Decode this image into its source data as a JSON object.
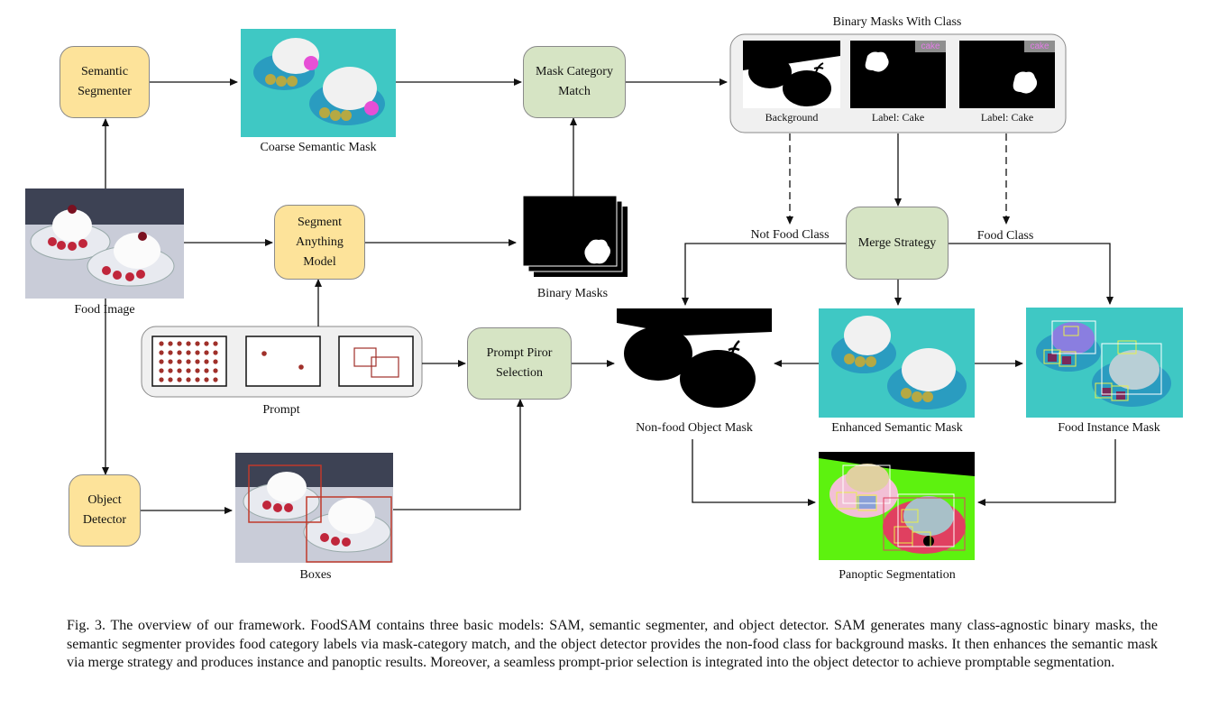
{
  "boxes": {
    "semantic_segmenter": "Semantic\nSegmenter",
    "segment_anything": "Segment\nAnything\nModel",
    "object_detector": "Object\nDetector",
    "mask_category_match": "Mask Category\nMatch",
    "prompt_prior_selection": "Prompt Piror\nSelection",
    "merge_strategy": "Merge Strategy"
  },
  "labels": {
    "food_image": "Food Image",
    "coarse_semantic_mask": "Coarse Semantic Mask",
    "binary_masks": "Binary Masks",
    "prompt": "Prompt",
    "boxes": "Boxes",
    "binary_masks_with_class": "Binary Masks With Class",
    "background": "Background",
    "label_cake_1": "Label: Cake",
    "label_cake_2": "Label: Cake",
    "cake_tag_1": "cake",
    "cake_tag_2": "cake",
    "not_food_class": "Not Food Class",
    "food_class": "Food Class",
    "non_food_object_mask": "Non-food Object Mask",
    "enhanced_semantic_mask": "Enhanced Semantic Mask",
    "food_instance_mask": "Food Instance Mask",
    "panoptic_segmentation": "Panoptic Segmentation"
  },
  "caption": "Fig. 3.  The overview of our framework. FoodSAM contains three basic models: SAM, semantic segmenter, and object detector. SAM generates many class-agnostic binary masks, the semantic segmenter provides food category labels via mask-category match, and the object detector provides the non-food class for background masks. It then enhances the semantic mask via merge strategy and produces instance and panoptic results. Moreover, a seamless prompt-prior selection is integrated into the object detector to achieve promptable segmentation.",
  "colors": {
    "yellow_box": "#fde39a",
    "green_box": "#d6e4c4",
    "teal_background": "#3fc8c4",
    "panoptic_green": "#5df20f",
    "prompt_dot": "#a0302a",
    "box_red": "#c0392b",
    "cake_tag_bg": "#8f8f8f",
    "cake_tag_text": "#e47ce8"
  }
}
